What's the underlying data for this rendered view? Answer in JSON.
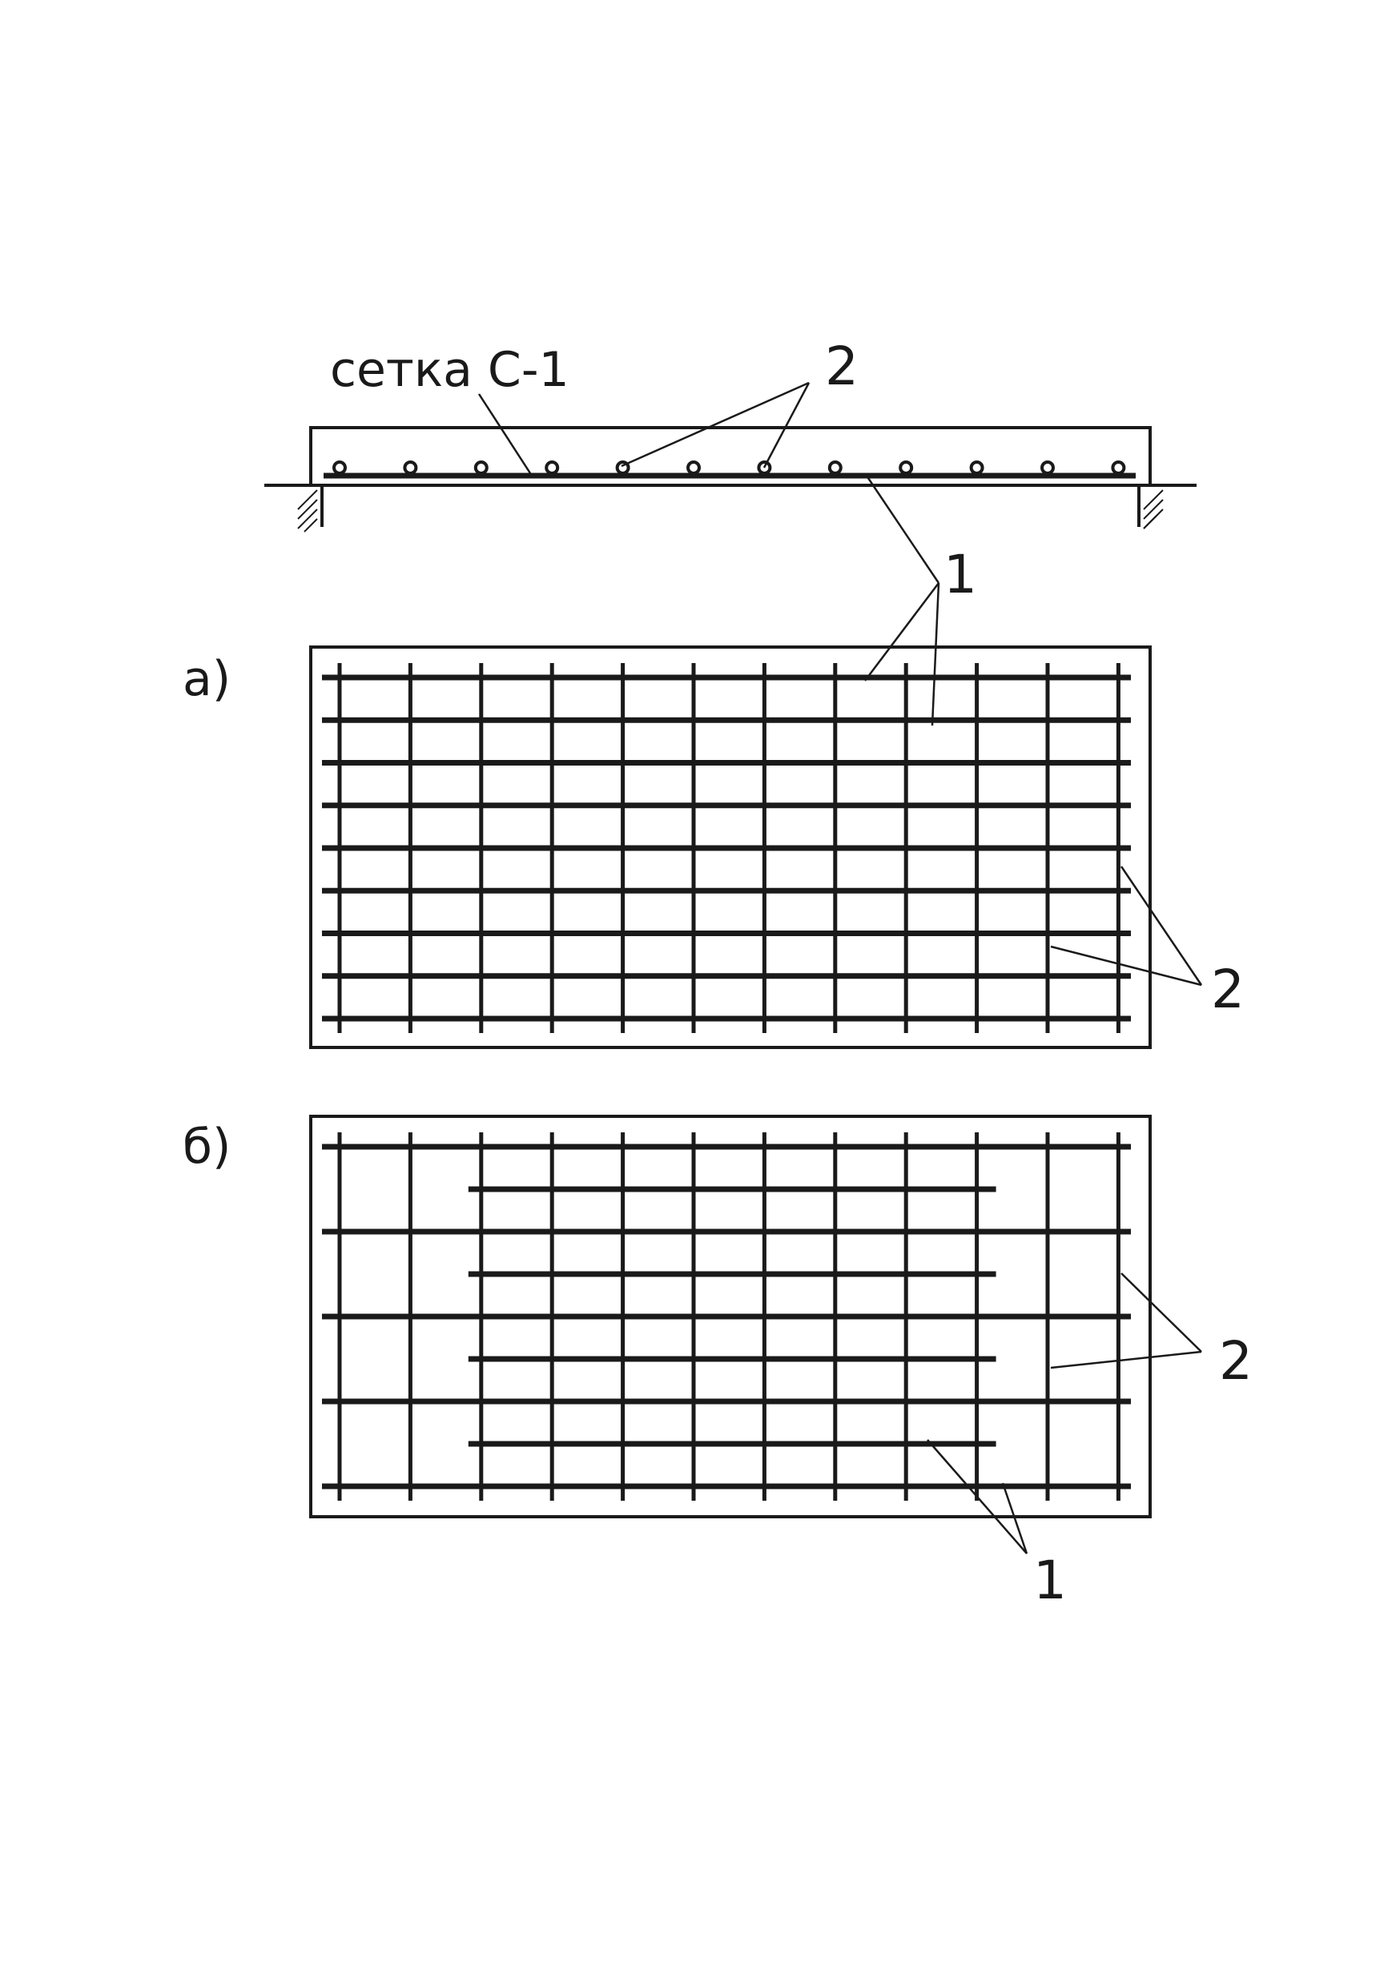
{
  "section": {
    "mesh_label": "сетка С-1",
    "bar_label": "2",
    "wire_label": "1",
    "bar_count": 12
  },
  "views": [
    {
      "id": "a",
      "label": "а)",
      "columns": 12,
      "rows": 9,
      "bar_callout": "2"
    },
    {
      "id": "b",
      "label": "б)",
      "columns": 12,
      "full_rows": 5,
      "short_rows": 4,
      "short_row_from_column": 3,
      "short_row_to_column": 10,
      "bar_callout": "2",
      "wire_callout": "1"
    }
  ],
  "colors": {
    "ink": "#1a1a1a",
    "background": "#ffffff"
  }
}
